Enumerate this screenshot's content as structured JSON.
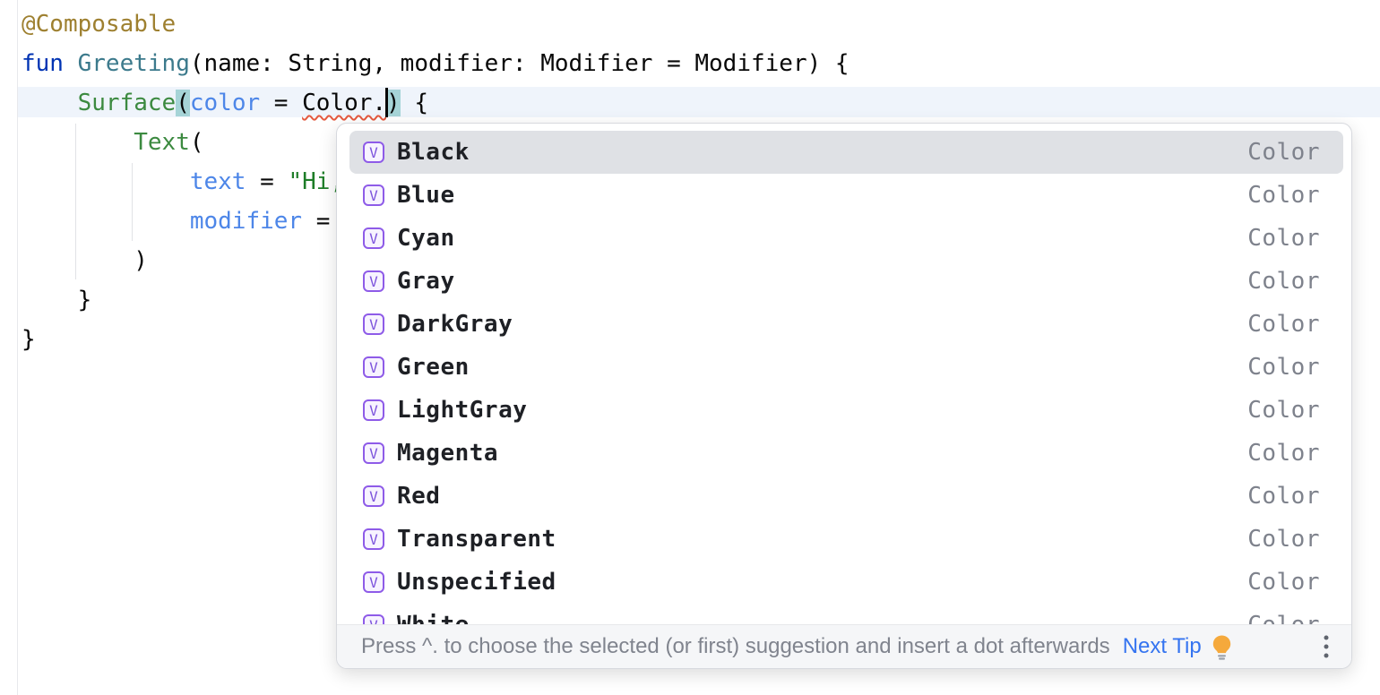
{
  "colors": {
    "editor_background": "#FFFFFF",
    "caret_line": "#EFF4FB",
    "keyword": "#0033B3",
    "annotation": "#9E8030",
    "function_declaration": "#3C7A8C",
    "function_call": "#3C8A40",
    "named_argument": "#4D86E8",
    "string": "#1E7D28",
    "error_squiggle": "#E4593F",
    "brace_match_highlight": "#A6D4D7",
    "selection_background": "#DFE1E5",
    "value_icon_purple": "#8E5BE8",
    "link_blue": "#3574F0",
    "type_label_gray": "#7E828C"
  },
  "editor": {
    "lines": [
      {
        "highlighted": false,
        "segments": [
          {
            "text": "@Composable",
            "style": "annotation"
          }
        ]
      },
      {
        "highlighted": false,
        "segments": [
          {
            "text": "fun",
            "style": "keyword"
          },
          {
            "text": " ",
            "style": "plain"
          },
          {
            "text": "Greeting",
            "style": "function-declaration"
          },
          {
            "text": "(name: String, modifier: Modifier = Modifier) {",
            "style": "plain"
          }
        ]
      },
      {
        "highlighted": true,
        "segments": [
          {
            "text": "    ",
            "style": "plain"
          },
          {
            "text": "Surface",
            "style": "function-call"
          },
          {
            "text": "(",
            "style": "brace-match"
          },
          {
            "text": "color",
            "style": "named-argument"
          },
          {
            "text": " = ",
            "style": "plain"
          },
          {
            "text": "Color.",
            "style": "error"
          },
          {
            "text": "",
            "style": "caret"
          },
          {
            "text": ")",
            "style": "brace-match"
          },
          {
            "text": " {",
            "style": "plain"
          }
        ]
      },
      {
        "highlighted": false,
        "segments": [
          {
            "text": "        ",
            "style": "plain"
          },
          {
            "text": "Text",
            "style": "function-call"
          },
          {
            "text": "(",
            "style": "plain"
          }
        ]
      },
      {
        "highlighted": false,
        "segments": [
          {
            "text": "            ",
            "style": "plain"
          },
          {
            "text": "text",
            "style": "named-argument"
          },
          {
            "text": " = ",
            "style": "plain"
          },
          {
            "text": "\"Hi,",
            "style": "string"
          }
        ]
      },
      {
        "highlighted": false,
        "segments": [
          {
            "text": "            ",
            "style": "plain"
          },
          {
            "text": "modifier",
            "style": "named-argument"
          },
          {
            "text": " = ",
            "style": "plain"
          }
        ]
      },
      {
        "highlighted": false,
        "segments": [
          {
            "text": "        )",
            "style": "plain"
          }
        ]
      },
      {
        "highlighted": false,
        "segments": [
          {
            "text": "    }",
            "style": "plain"
          }
        ]
      },
      {
        "highlighted": false,
        "segments": [
          {
            "text": "}",
            "style": "plain"
          }
        ]
      }
    ]
  },
  "popup": {
    "selected_index": 0,
    "icon_glyph": "V",
    "items": [
      {
        "label": "Black",
        "type": "Color"
      },
      {
        "label": "Blue",
        "type": "Color"
      },
      {
        "label": "Cyan",
        "type": "Color"
      },
      {
        "label": "Gray",
        "type": "Color"
      },
      {
        "label": "DarkGray",
        "type": "Color"
      },
      {
        "label": "Green",
        "type": "Color"
      },
      {
        "label": "LightGray",
        "type": "Color"
      },
      {
        "label": "Magenta",
        "type": "Color"
      },
      {
        "label": "Red",
        "type": "Color"
      },
      {
        "label": "Transparent",
        "type": "Color"
      },
      {
        "label": "Unspecified",
        "type": "Color"
      },
      {
        "label": "White",
        "type": "Color"
      }
    ],
    "hint_text": "Press ^. to choose the selected (or first) suggestion and insert a dot afterwards",
    "next_tip_label": "Next Tip"
  }
}
